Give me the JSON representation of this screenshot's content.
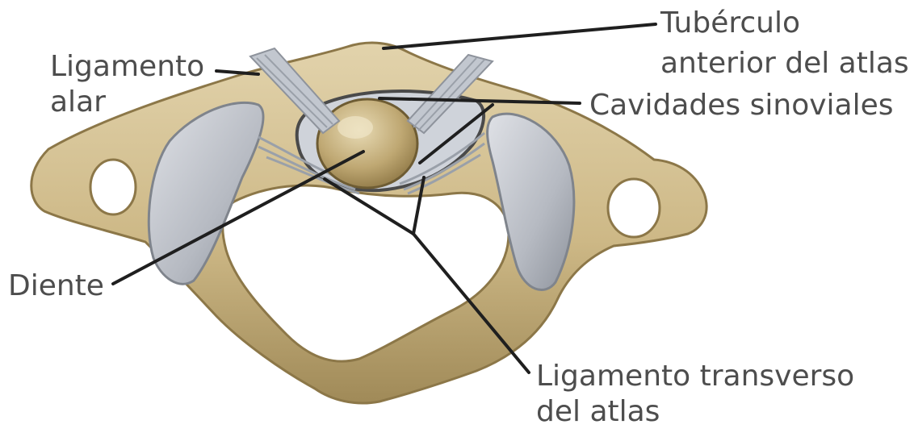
{
  "labels": {
    "ligamento_alar": [
      "Ligamento",
      "alar"
    ],
    "tuberculo": [
      "Tubérculo",
      "anterior del atlas"
    ],
    "cavidades": "Cavidades sinoviales",
    "diente": "Diente",
    "ligamento_transverso": [
      "Ligamento transverso",
      "del atlas"
    ]
  },
  "colors": {
    "bone": "#d6c498",
    "bone_shadow": "#a48d5a",
    "bone_dark": "#7a6638",
    "cartilage": "#c9ccd2",
    "cartilage_shadow": "#8f949c",
    "ligament": "#b9bec6",
    "text": "#4d4d4d",
    "line": "#1f1f1f"
  }
}
